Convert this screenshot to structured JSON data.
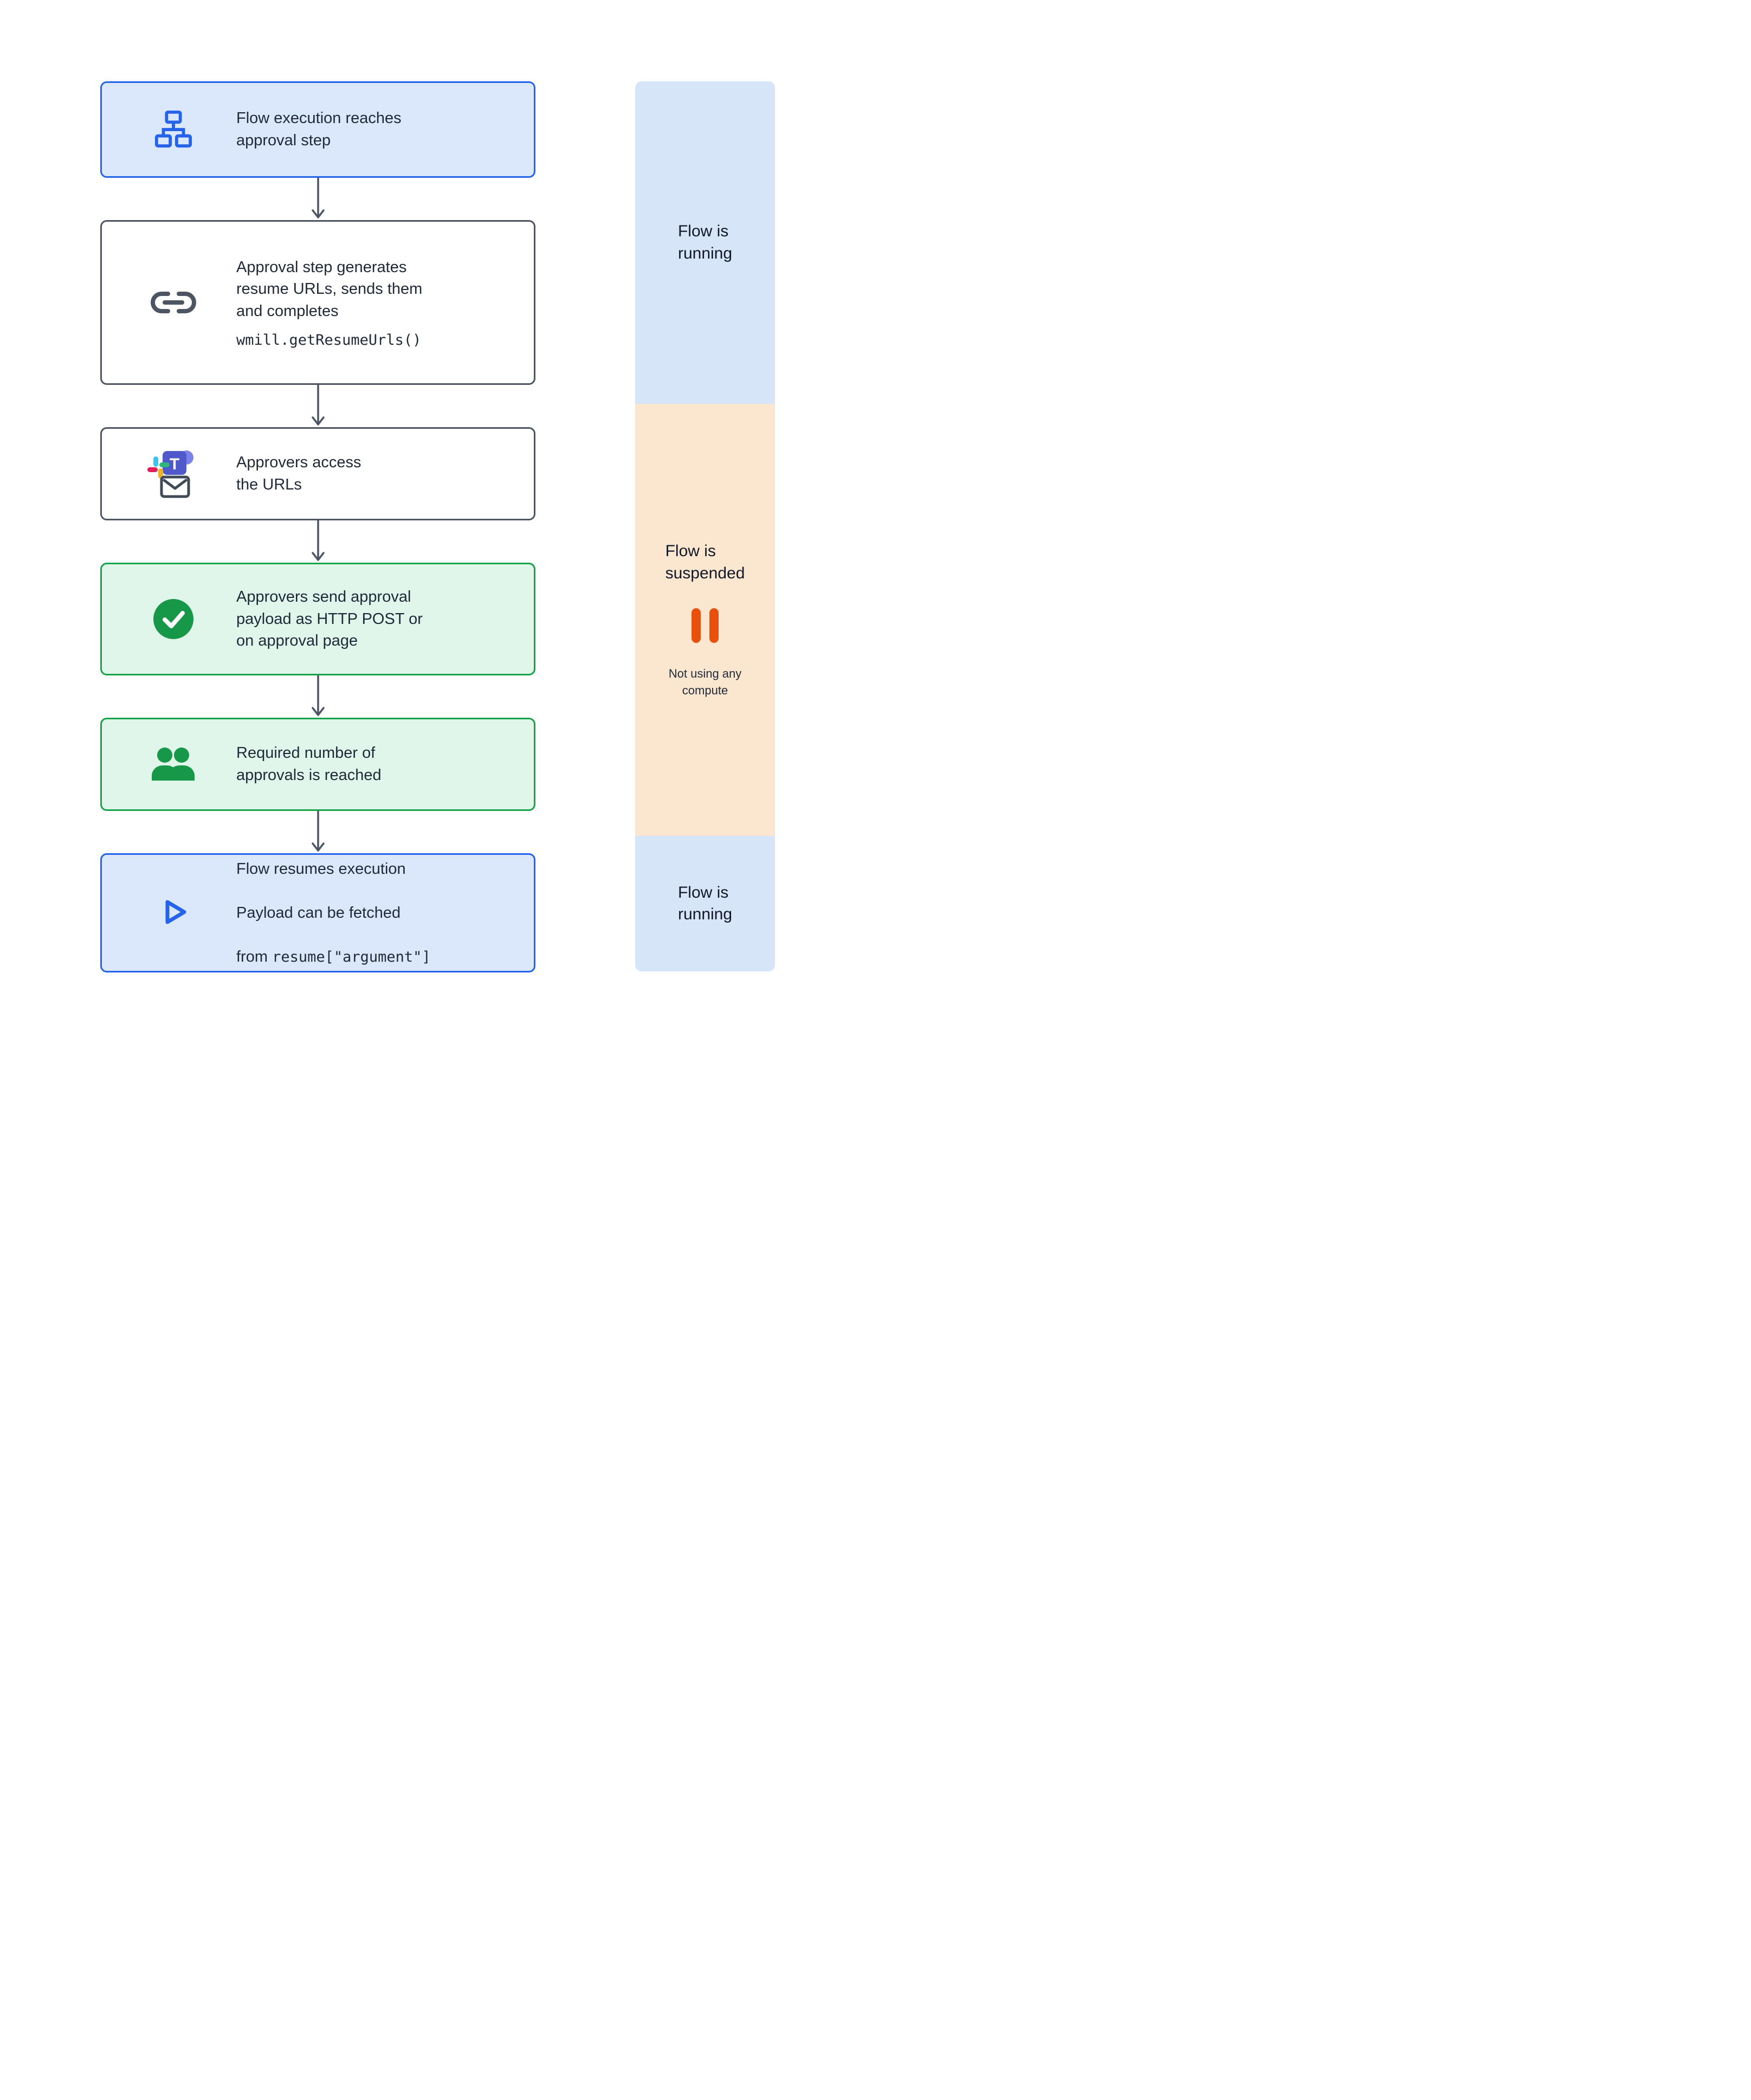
{
  "colors": {
    "blue_accent": "#2563eb",
    "blue_fill": "#dbe7fb",
    "gray_border": "#4d5562",
    "green_accent": "#16a34a",
    "green_fill": "#e0f6ea",
    "green_icon": "#179848",
    "status_blue": "#d7e5f8",
    "status_orange": "#fbe7d0",
    "pause_orange": "#e8500c",
    "text": "#1f2937",
    "slack_blue": "#36C5F0",
    "slack_green": "#2EB67D",
    "slack_yellow": "#ECB22E",
    "slack_red": "#E01E5A",
    "teams_purple": "#5059c9"
  },
  "flow": {
    "steps": {
      "step1": {
        "icon": "flowchart-icon",
        "label": "Flow execution reaches\napproval step"
      },
      "step2": {
        "icon": "link-icon",
        "label": "Approval step generates\nresume URLs, sends them\nand completes",
        "code": "wmill.getResumeUrls()"
      },
      "step3": {
        "icon": "slack-teams-email-icon",
        "label": "Approvers access\nthe URLs"
      },
      "step4": {
        "icon": "check-circle-icon",
        "label": "Approvers send approval\npayload as HTTP POST or\non approval page"
      },
      "step5": {
        "icon": "people-icon",
        "label": "Required number of\napprovals is reached"
      },
      "step6": {
        "icon": "play-icon",
        "line1": "Flow resumes execution",
        "line2": "Payload can be fetched",
        "line3_prefix": "from ",
        "code": "resume[\"argument\"]"
      }
    }
  },
  "status_bar": {
    "sections": [
      {
        "state": "running",
        "label": "Flow is\nrunning"
      },
      {
        "state": "suspended",
        "label": "Flow is\nsuspended",
        "icon": "pause-icon",
        "note": "Not using any\ncompute"
      },
      {
        "state": "running",
        "label": "Flow is\nrunning"
      }
    ]
  }
}
